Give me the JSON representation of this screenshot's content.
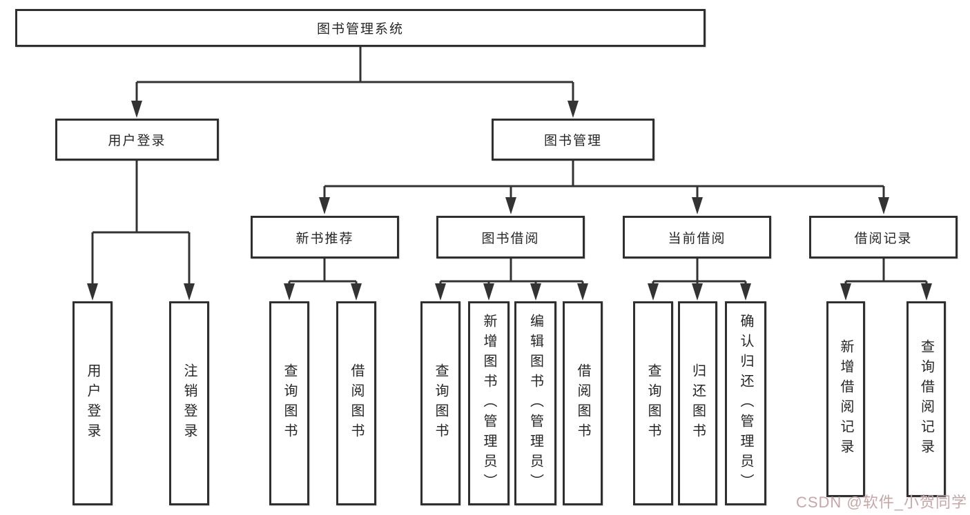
{
  "colors": {
    "background": "#ffffff",
    "line": "#333333",
    "box-border": "#2f2f2f",
    "box-fill": "#ffffff",
    "text": "#262626",
    "watermark": "#c9a6a6"
  },
  "watermark": {
    "text": "CSDN @软件_小贺同学"
  },
  "tree": {
    "root": "图书管理系统",
    "children": [
      {
        "label": "用户登录",
        "children": [
          "用户登录",
          "注销登录"
        ]
      },
      {
        "label": "图书管理",
        "children": [
          {
            "label": "新书推荐",
            "children": [
              "查询图书",
              "借阅图书"
            ]
          },
          {
            "label": "图书借阅",
            "children": [
              "查询图书",
              "新增图书（管理员）",
              "编辑图书（管理员）",
              "借阅图书"
            ]
          },
          {
            "label": "当前借阅",
            "children": [
              "查询图书",
              "归还图书",
              "确认归还（管理员）"
            ]
          },
          {
            "label": "借阅记录",
            "children": [
              "新增借阅记录",
              "查询借阅记录"
            ]
          }
        ]
      }
    ]
  }
}
